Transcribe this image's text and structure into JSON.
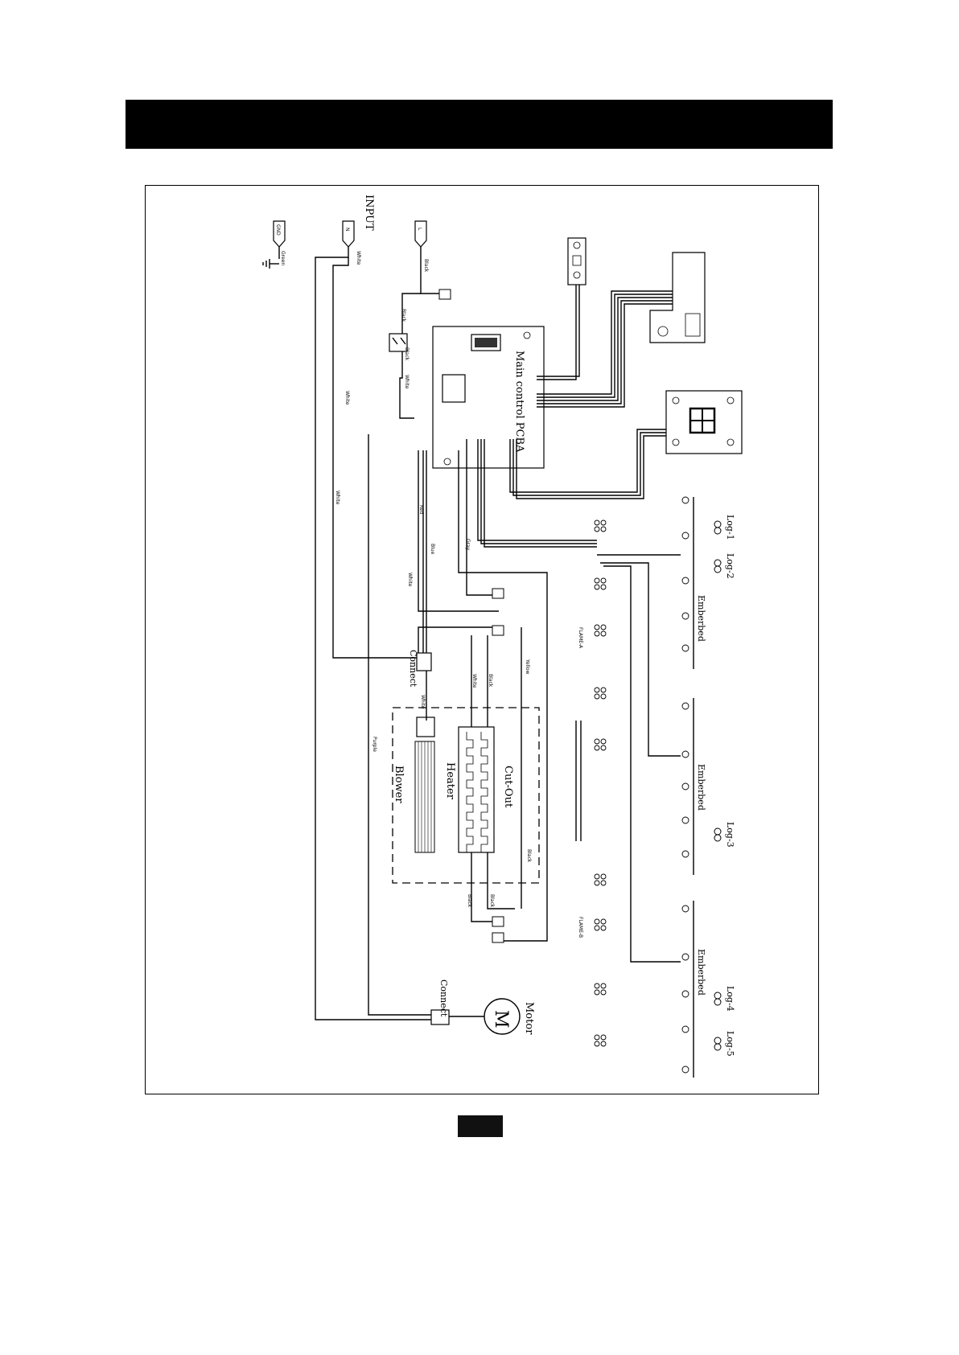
{
  "header": {
    "color": "#000000"
  },
  "diagram": {
    "input": "INPUT",
    "gnd": "GND",
    "live": "L",
    "neutral": "N",
    "main_pcba": "Main control PCBA",
    "blower": "Blower",
    "heater": "Heater",
    "cutout": "Cut-Out",
    "motor": "Motor",
    "motor_symbol": "M",
    "connect_top": "Connect",
    "connect_bottom": "Connect",
    "log1": "Log-1",
    "log2": "Log-2",
    "log3": "Log-3",
    "log4": "Log-4",
    "log5": "Log-5",
    "emberbed1": "Emberbed",
    "emberbed2": "Emberbed",
    "emberbed3": "Emberbed",
    "flame_a": "FLAME-A",
    "flame_b": "FLAME-B",
    "wire_labels": [
      "Green",
      "White",
      "Black",
      "Black",
      "Black",
      "White",
      "White",
      "White",
      "Red",
      "Blue",
      "Gray",
      "White",
      "White",
      "Black",
      "Yellow",
      "Black",
      "Purple",
      "White",
      "Black",
      "Black"
    ]
  }
}
